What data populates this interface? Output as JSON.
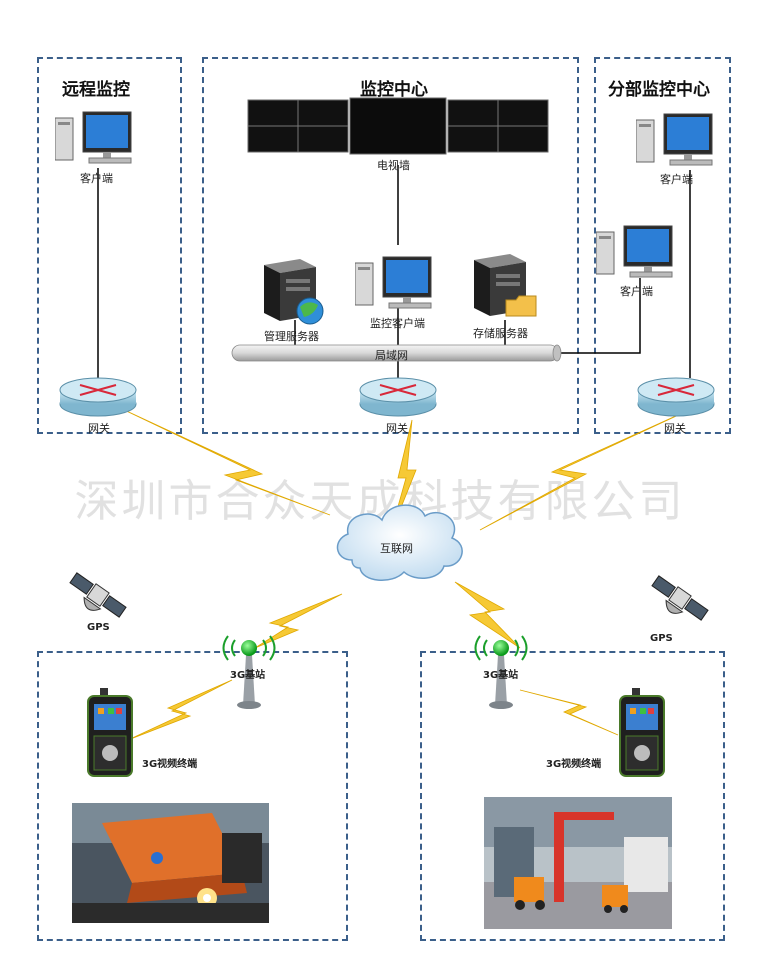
{
  "zones": {
    "remote": {
      "title": "远程监控",
      "client_label": "客户端",
      "gateway_label": "网关"
    },
    "center": {
      "title": "监控中心",
      "tv_wall_label": "电视墙",
      "mgmt_server_label": "管理服务器",
      "monitor_client_label": "监控客户端",
      "storage_server_label": "存储服务器",
      "lan_label": "局域网",
      "gateway_label": "网关"
    },
    "branch": {
      "title": "分部监控中心",
      "client_label_1": "客户端",
      "client_label_2": "客户端",
      "gateway_label": "网关"
    }
  },
  "internet_label": "互联网",
  "watermark": "深圳市合众天成科技有限公司",
  "left_site": {
    "gps_label": "GPS",
    "base_station_label": "3G基站",
    "terminal_label": "3G视频终端"
  },
  "right_site": {
    "gps_label": "GPS",
    "base_station_label": "3G基站",
    "terminal_label": "3G视频终端"
  },
  "colors": {
    "zone_border": "#3b5f8a",
    "lightning": "#f4c430",
    "router": "#a8d4e6",
    "link": "#000000"
  }
}
